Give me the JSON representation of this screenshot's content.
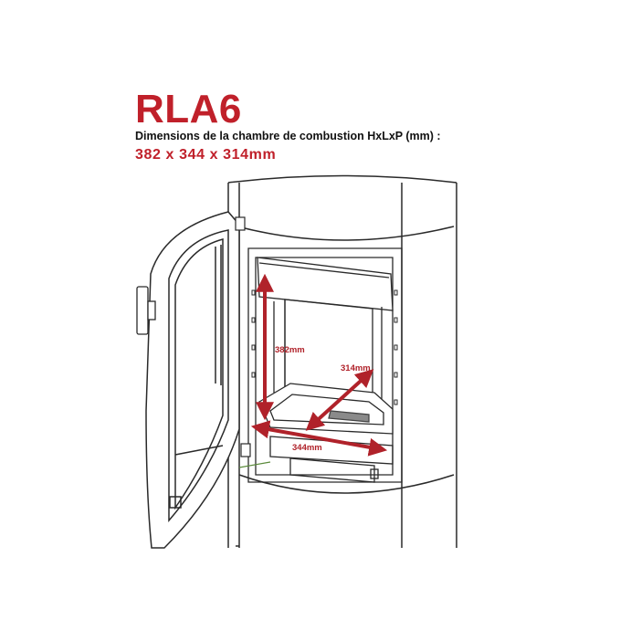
{
  "title": "RLA6",
  "subtitle": "Dimensions de la chambre de combustion HxLxP (mm) :",
  "dimensions": "382 x 344 x 314mm",
  "labels": {
    "height": "382mm",
    "depth": "314mm",
    "width": "344mm"
  },
  "colors": {
    "accent": "#c0202a",
    "arrow": "#b0222a",
    "outline": "#2a2a2a"
  },
  "icons": [
    "dimension-arrow-icon",
    "door-handle-icon",
    "hinge-icon"
  ]
}
